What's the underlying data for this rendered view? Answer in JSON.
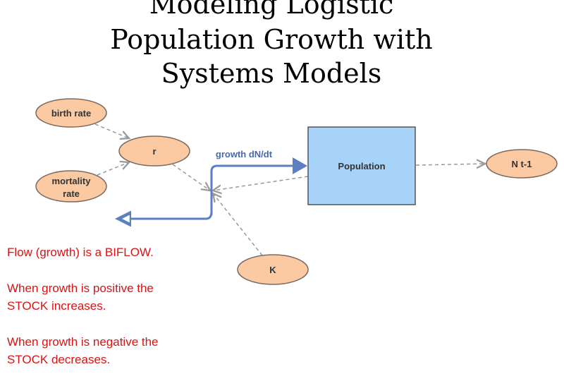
{
  "title": {
    "line1": "Modeling Logistic",
    "line2": "Population Growth with",
    "line3": "Systems Models"
  },
  "nodes": {
    "birth_rate": "birth rate",
    "r": "r",
    "mortality_rate_1": "mortality",
    "mortality_rate_2": "rate",
    "population": "Population",
    "n_t_1": "N t-1",
    "k": "K"
  },
  "flow": {
    "label": "growth dN/dt"
  },
  "notes": [
    "Flow (growth) is a BIFLOW.",
    "When growth is positive the",
    "STOCK increases.",
    "When growth is negative the",
    "STOCK decreases."
  ],
  "colors": {
    "variable_fill": "#fbc9a2",
    "stock_fill": "#a6d3f7",
    "flow": "#5b7fbf",
    "note_text": "#dd1111",
    "link": "#999999"
  }
}
